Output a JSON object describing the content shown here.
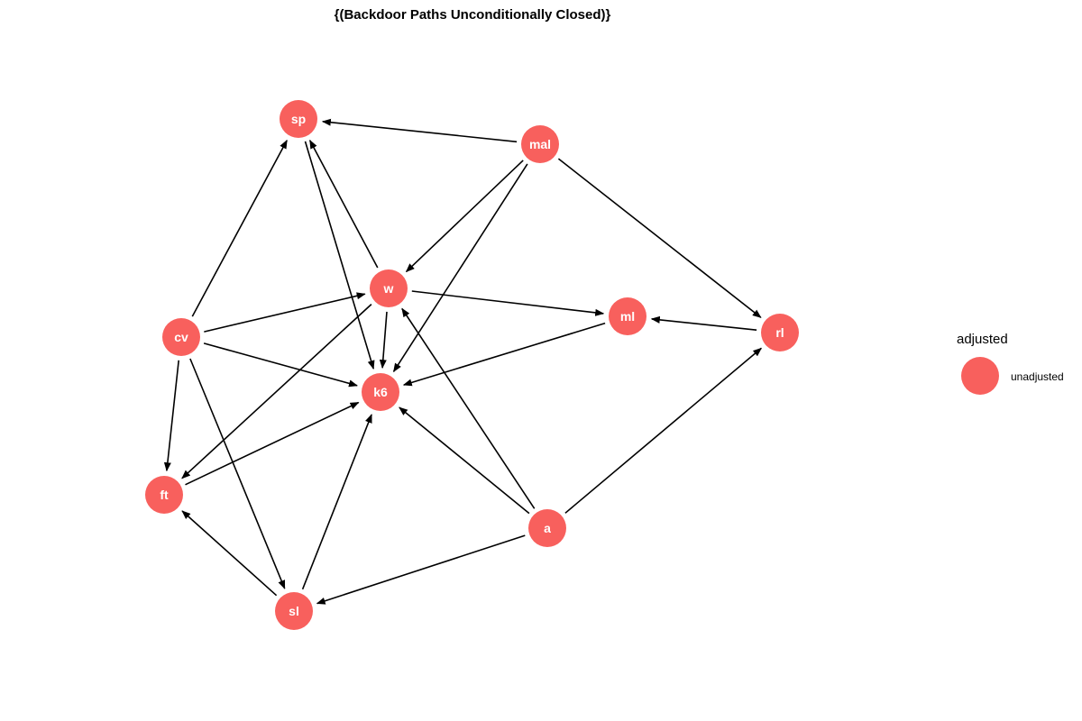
{
  "title": "{(Backdoor Paths Unconditionally Closed)}",
  "colors": {
    "node_fill": "#F8605D",
    "node_text": "#ffffff",
    "edge": "#000000"
  },
  "nodes": [
    {
      "id": "sp",
      "label": "sp"
    },
    {
      "id": "mal",
      "label": "mal"
    },
    {
      "id": "w",
      "label": "w"
    },
    {
      "id": "cv",
      "label": "cv"
    },
    {
      "id": "ml",
      "label": "ml"
    },
    {
      "id": "rl",
      "label": "rl"
    },
    {
      "id": "k6",
      "label": "k6"
    },
    {
      "id": "ft",
      "label": "ft"
    },
    {
      "id": "a",
      "label": "a"
    },
    {
      "id": "sl",
      "label": "sl"
    }
  ],
  "edges": [
    {
      "from": "mal",
      "to": "sp"
    },
    {
      "from": "mal",
      "to": "w"
    },
    {
      "from": "mal",
      "to": "k6"
    },
    {
      "from": "mal",
      "to": "rl"
    },
    {
      "from": "cv",
      "to": "sp"
    },
    {
      "from": "cv",
      "to": "w"
    },
    {
      "from": "cv",
      "to": "k6"
    },
    {
      "from": "cv",
      "to": "ft"
    },
    {
      "from": "cv",
      "to": "sl"
    },
    {
      "from": "w",
      "to": "sp"
    },
    {
      "from": "sp",
      "to": "k6"
    },
    {
      "from": "w",
      "to": "k6"
    },
    {
      "from": "w",
      "to": "ml"
    },
    {
      "from": "w",
      "to": "ft"
    },
    {
      "from": "ml",
      "to": "k6"
    },
    {
      "from": "rl",
      "to": "ml"
    },
    {
      "from": "ft",
      "to": "k6"
    },
    {
      "from": "sl",
      "to": "ft"
    },
    {
      "from": "sl",
      "to": "k6"
    },
    {
      "from": "a",
      "to": "k6"
    },
    {
      "from": "a",
      "to": "w"
    },
    {
      "from": "a",
      "to": "sl"
    },
    {
      "from": "a",
      "to": "rl"
    }
  ],
  "legend": {
    "title": "adjusted",
    "items": [
      {
        "label": "unadjusted",
        "color": "#F8605D"
      }
    ]
  }
}
